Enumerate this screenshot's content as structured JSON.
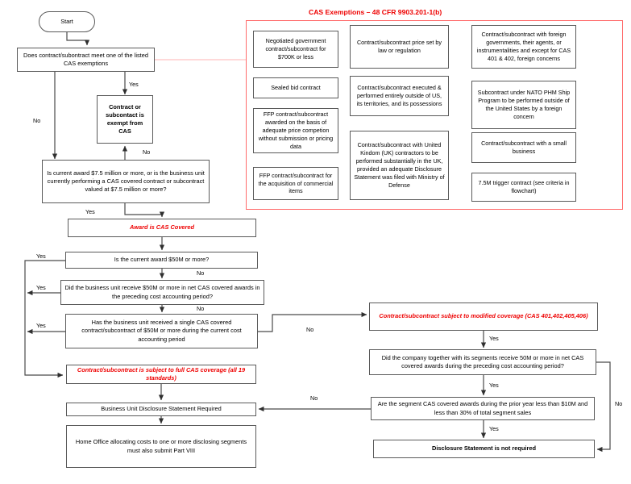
{
  "diagram": {
    "title": "CAS Coverage Determination Flowchart",
    "colors": {
      "accent_red": "#ee0000",
      "panel_border": "#ff6b6b",
      "node_border": "#5a5a5a",
      "connector": "#3a3a3a"
    }
  },
  "flow": {
    "start": "Start",
    "q_exemptions": "Does contract/subontract meet one of the listed CAS exemptions",
    "exempt_result": "Contract or subcontact is exempt from CAS",
    "q_75m": "Is current award $7.5 million or more, or is the business unit currently performing a CAS covered contract or subcontract valued at $7.5 million or more?",
    "cas_covered": "Award is CAS Covered",
    "q_current_50m": "Is the current award $50M or more?",
    "q_preceding_50m": "Did the business unit receive $50M or more in net CAS covered awards in the preceding cost accounting period?",
    "q_single_50m": "Has the business unit received a single CAS covered contract/subcontract of $50M or more during the current cost accounting period",
    "full_coverage": "Contract/subcontract is subject to full CAS coverage (all 19 standards)",
    "business_unit_ds": "Business Unit Disclosure Statement Required",
    "home_office": "Home Office allocating costs to one or more disclosing segments must also submit Part VIII",
    "modified_coverage": "Contract/subcontract subject to modified coverage (CAS 401,402,405,406)",
    "q_company_segments_50m": "Did the company together with its segments receive 50M or more in net CAS covered awards during the preceding cost accounting period?",
    "q_segment_10m": "Are the segment CAS covered awards during the prior year less than $10M and less than 30% of total segment sales",
    "ds_not_required": "Disclosure Statement is not required"
  },
  "edge_labels": {
    "exempt_yes": "Yes",
    "exempt_no": "No",
    "q75_no": "No",
    "q75_yes": "Yes",
    "cur50_yes": "Yes",
    "cur50_no": "No",
    "prec50_yes": "Yes",
    "prec50_no": "No",
    "single50_yes": "Yes",
    "single50_no": "No",
    "mod_yes": "Yes",
    "company_yes": "Yes",
    "company_no": "No",
    "segment_yes": "Yes",
    "segment_no": "No"
  },
  "exemptions_panel": {
    "title": "CAS Exemptions – 48 CFR 9903.201-1(b)",
    "items": [
      "Negotiated government contract/subcontract for $700K or less",
      "Sealed bid contract",
      "FFP contract/subcontract awarded on the basis of adequate price competion without submission or pricing data",
      "FFP contract/subcontract for the acquisition of commercial items",
      "Contract/subcontract price set by law or regulation",
      "Contract/subcontract executed & performed entirely outside of US, its territories, and its possessions",
      "Contract/subcontract with United Kindom (UK) contractors to be performed substantially in the UK, provided an adequate Disclosure Statement was filed with Ministry of Defense",
      "Contract/subcontract with foreign governments, their agents, or instrumentalities and except for CAS 401 & 402, foreign concerns",
      "Subcontract under NATO PHM Ship Program to be performed outside of the United States by a foreign concern",
      "Contract/subcontract with a small business",
      "7.5M trigger contract (see criteria in flowchart)"
    ]
  }
}
